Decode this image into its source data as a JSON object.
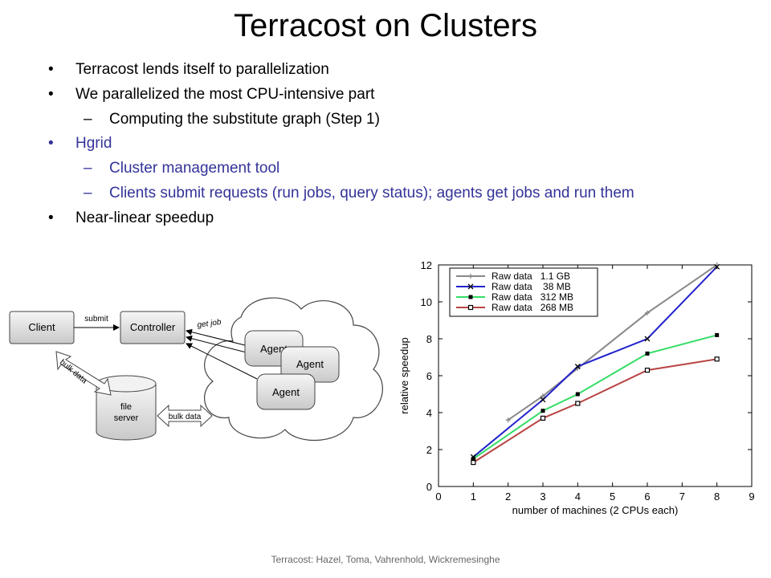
{
  "slide": {
    "title": "Terracost on Clusters",
    "footer": "Terracost: Hazel, Toma, Vahrenhold, Wickremesinghe",
    "bullets": [
      {
        "marker": "•",
        "text": "Terracost lends itself to parallelization"
      },
      {
        "marker": "•",
        "text": "We parallelized the most CPU-intensive part"
      },
      {
        "marker": "–",
        "text": "Computing the substitute graph (Step 1)"
      },
      {
        "marker": "•",
        "text": "Hgrid"
      },
      {
        "marker": "–",
        "text": "Cluster management tool"
      },
      {
        "marker": "–",
        "text": "Clients submit requests (run jobs, query status); agents get jobs and run them"
      },
      {
        "marker": "•",
        "text": "Near-linear speedup"
      }
    ],
    "colors": {
      "accent_text": "#333399"
    }
  },
  "diagram": {
    "client": "Client",
    "controller": "Controller",
    "submit": "submit",
    "get_job": "get job",
    "agent": "Agent",
    "file_server_line1": "file",
    "file_server_line2": "server",
    "bulk_data": "bulk data"
  },
  "chart_data": {
    "type": "line",
    "xlabel": "number of machines (2 CPUs each)",
    "ylabel": "relative speedup",
    "xlim": [
      0,
      9
    ],
    "ylim": [
      0,
      12
    ],
    "xticks": [
      0,
      1,
      2,
      3,
      4,
      5,
      6,
      7,
      8,
      9
    ],
    "yticks": [
      0,
      2,
      4,
      6,
      8,
      10,
      12
    ],
    "legend_position": "top-left",
    "grid": false,
    "series": [
      {
        "name": "Raw data   1.1 GB",
        "color": "#888888",
        "marker": "plus",
        "x": [
          2,
          3,
          4,
          6,
          8
        ],
        "y": [
          3.6,
          4.9,
          6.4,
          9.4,
          12.0
        ]
      },
      {
        "name": "Raw data    38 MB",
        "color": "#2222cc",
        "marker": "x",
        "x": [
          1,
          3,
          4,
          6,
          8
        ],
        "y": [
          1.6,
          4.7,
          6.5,
          8.0,
          11.9
        ]
      },
      {
        "name": "Raw data   312 MB",
        "color": "#33dd66",
        "marker": "square-filled",
        "x": [
          1,
          3,
          4,
          6,
          8
        ],
        "y": [
          1.5,
          4.1,
          5.0,
          7.2,
          8.2
        ]
      },
      {
        "name": "Raw data   268 MB",
        "color": "#b84444",
        "marker": "square-open",
        "x": [
          1,
          3,
          4,
          6,
          8
        ],
        "y": [
          1.3,
          3.7,
          4.5,
          6.3,
          6.9
        ]
      }
    ]
  }
}
